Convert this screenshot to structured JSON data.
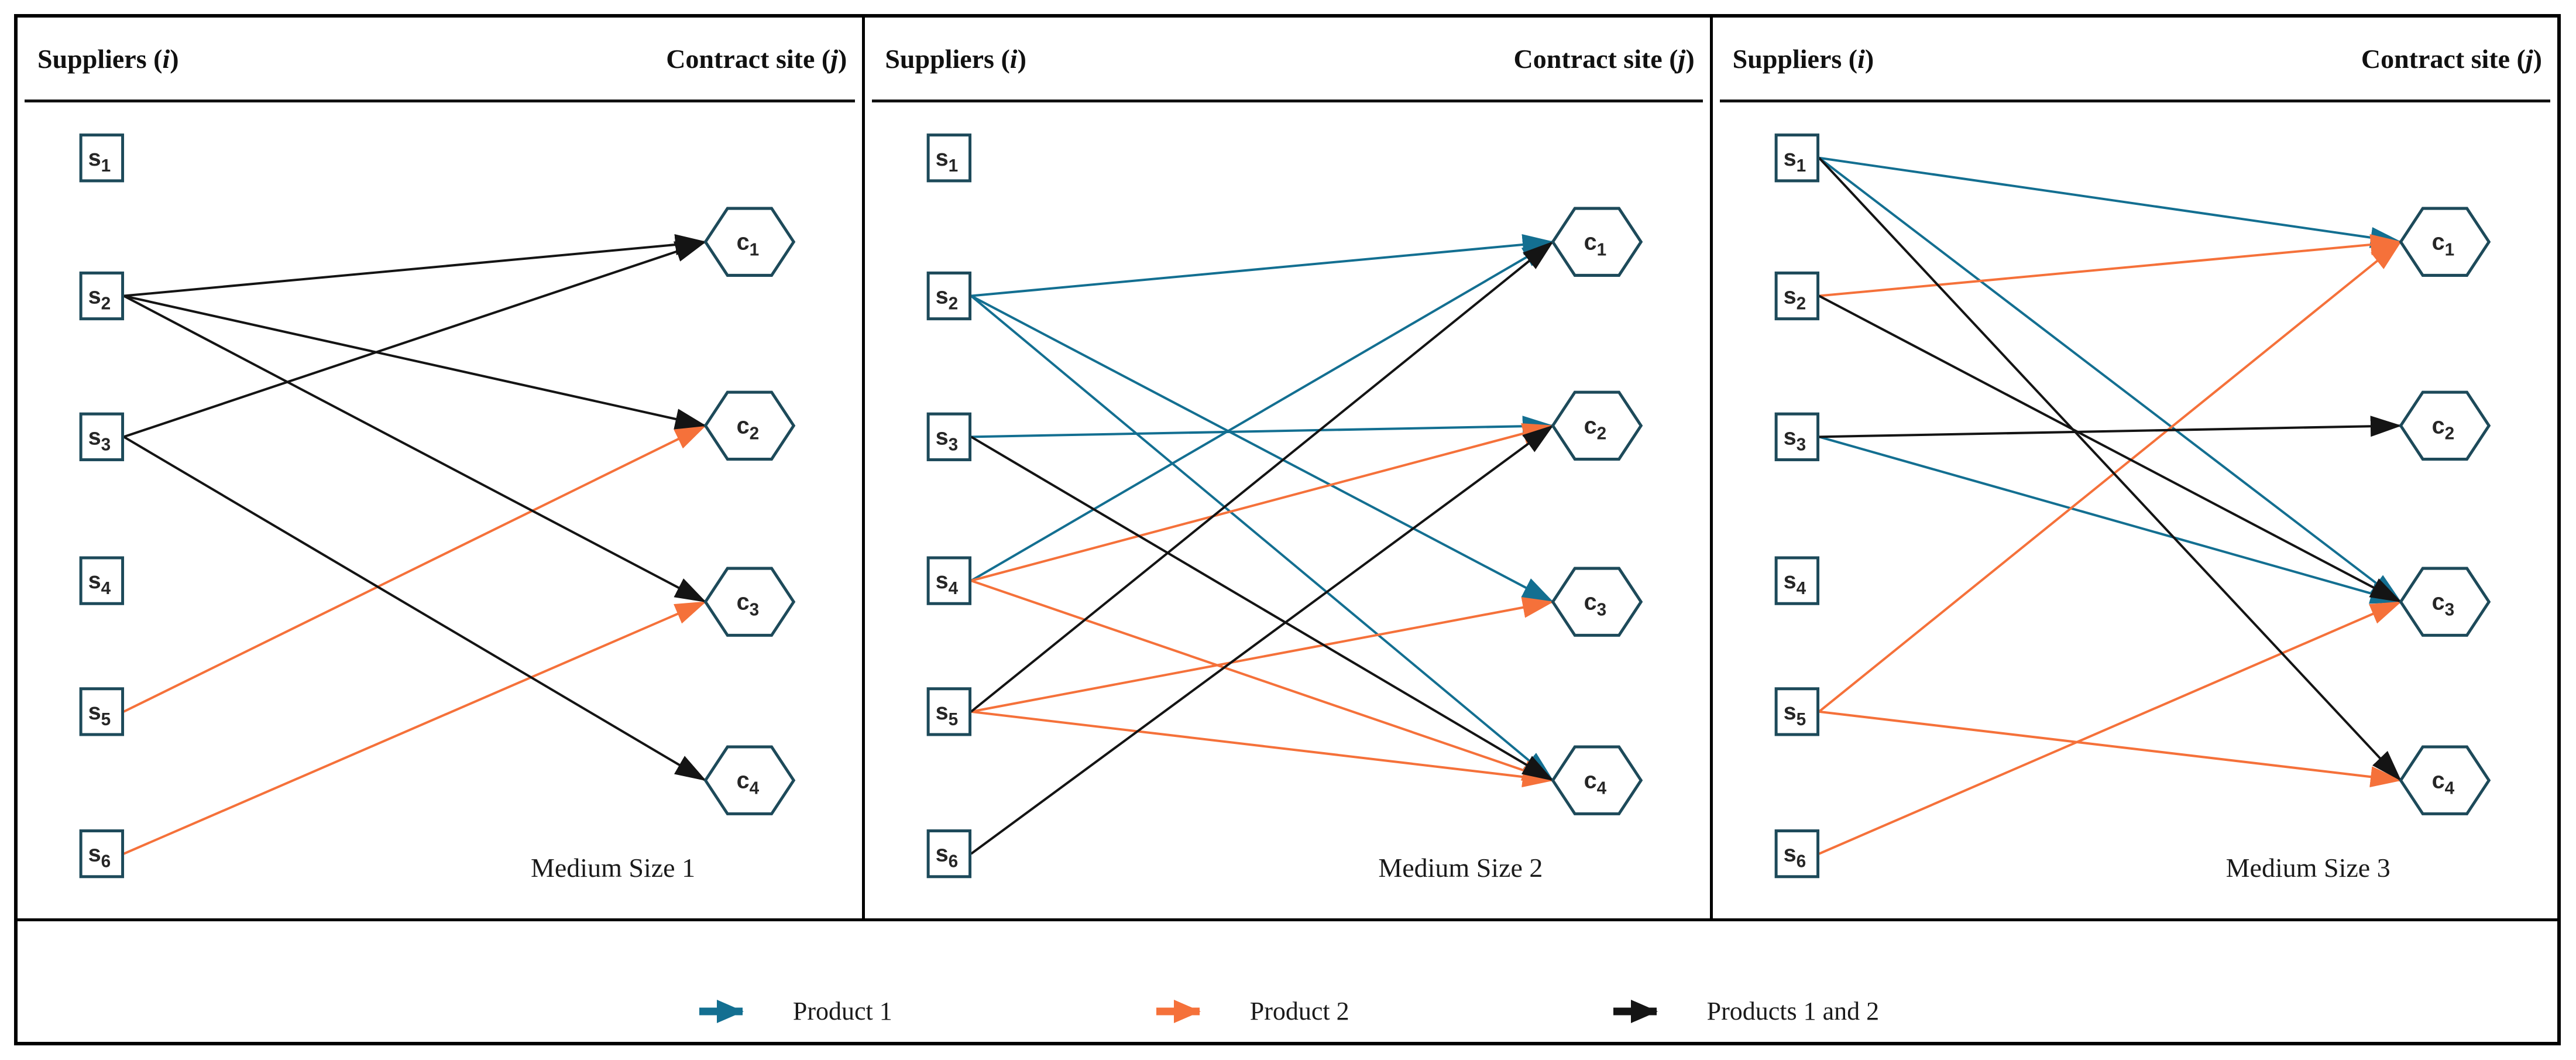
{
  "header": {
    "left_prefix": "Suppliers (",
    "left_var": "i",
    "left_suffix": ")",
    "right_prefix": "Contract site (",
    "right_var": "j",
    "right_suffix": ")"
  },
  "colors": {
    "product1": "#136f91",
    "product2": "#f5713a",
    "product12": "#141414",
    "node_border": "#1d4a5a",
    "node_label": "#262626",
    "text": "#1a1a1a"
  },
  "nodes": {
    "suppliers": [
      {
        "base": "s",
        "sub": "1"
      },
      {
        "base": "s",
        "sub": "2"
      },
      {
        "base": "s",
        "sub": "3"
      },
      {
        "base": "s",
        "sub": "4"
      },
      {
        "base": "s",
        "sub": "5"
      },
      {
        "base": "s",
        "sub": "6"
      }
    ],
    "contracts": [
      {
        "base": "c",
        "sub": "1"
      },
      {
        "base": "c",
        "sub": "2"
      },
      {
        "base": "c",
        "sub": "3"
      },
      {
        "base": "c",
        "sub": "4"
      }
    ]
  },
  "panels": [
    {
      "caption": "Medium Size 1",
      "edges": [
        [
          "s5",
          "c2",
          "product2"
        ],
        [
          "s6",
          "c3",
          "product2"
        ],
        [
          "s2",
          "c1",
          "product12"
        ],
        [
          "s2",
          "c2",
          "product12"
        ],
        [
          "s2",
          "c3",
          "product12"
        ],
        [
          "s3",
          "c1",
          "product12"
        ],
        [
          "s3",
          "c4",
          "product12"
        ]
      ]
    },
    {
      "caption": "Medium Size 2",
      "edges": [
        [
          "s2",
          "c1",
          "product1"
        ],
        [
          "s2",
          "c3",
          "product1"
        ],
        [
          "s2",
          "c4",
          "product1"
        ],
        [
          "s3",
          "c2",
          "product1"
        ],
        [
          "s4",
          "c1",
          "product1"
        ],
        [
          "s4",
          "c2",
          "product2"
        ],
        [
          "s4",
          "c4",
          "product2"
        ],
        [
          "s5",
          "c3",
          "product2"
        ],
        [
          "s5",
          "c4",
          "product2"
        ],
        [
          "s3",
          "c4",
          "product12"
        ],
        [
          "s5",
          "c1",
          "product12"
        ],
        [
          "s6",
          "c2",
          "product12"
        ]
      ]
    },
    {
      "caption": "Medium Size 3",
      "edges": [
        [
          "s1",
          "c1",
          "product1"
        ],
        [
          "s1",
          "c3",
          "product1"
        ],
        [
          "s3",
          "c3",
          "product1"
        ],
        [
          "s2",
          "c1",
          "product2"
        ],
        [
          "s5",
          "c1",
          "product2"
        ],
        [
          "s5",
          "c4",
          "product2"
        ],
        [
          "s6",
          "c3",
          "product2"
        ],
        [
          "s1",
          "c4",
          "product12"
        ],
        [
          "s2",
          "c3",
          "product12"
        ],
        [
          "s3",
          "c2",
          "product12"
        ]
      ]
    }
  ],
  "legend": [
    {
      "label": "Product 1",
      "product": "product1"
    },
    {
      "label": "Product 2",
      "product": "product2"
    },
    {
      "label": "Products 1 and 2",
      "product": "product12"
    }
  ]
}
